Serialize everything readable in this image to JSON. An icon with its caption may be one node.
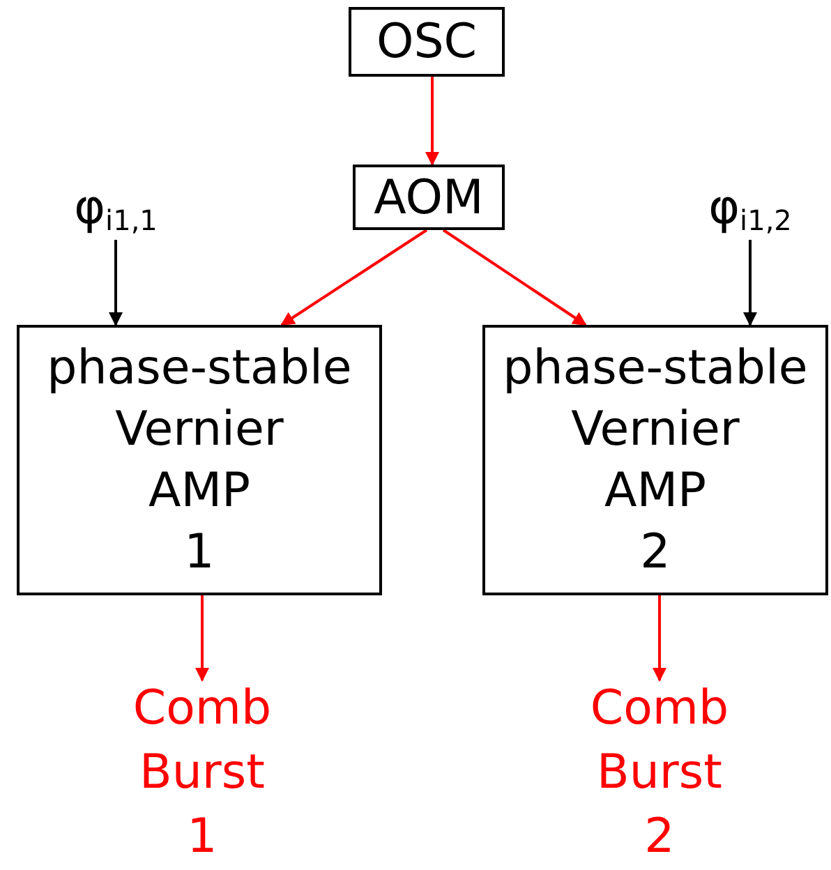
{
  "diagram": {
    "nodes": [
      {
        "text": [
          "OSC"
        ]
      },
      {
        "text": [
          "AOM"
        ]
      },
      {
        "text": [
          "φ$_{i1,1}$"
        ]
      },
      {
        "text": [
          "φ$_{i1,2}$"
        ]
      },
      {
        "text": [
          "phase-stable Vernier AMP 1"
        ]
      },
      {
        "text": [
          "phase-stable Vernier AMP 2"
        ]
      },
      {
        "text": [
          "Comb Burst 1"
        ]
      },
      {
        "text": [
          "Comb Burst 2"
        ]
      }
    ],
    "edges": [
      {
        "from": 0,
        "to": 1,
        "arrow": "to"
      },
      {
        "from": 1,
        "to": 4,
        "arrow": "to"
      },
      {
        "from": 1,
        "to": 5,
        "arrow": "to"
      },
      {
        "from": 2,
        "to": 4,
        "arrow": "to",
        "color": "#000000"
      },
      {
        "from": 3,
        "to": 5,
        "arrow": "to",
        "color": "#000000"
      },
      {
        "from": 4,
        "to": 6,
        "arrow": "to"
      },
      {
        "from": 5,
        "to": 7,
        "arrow": "to"
      }
    ]
  }
}
